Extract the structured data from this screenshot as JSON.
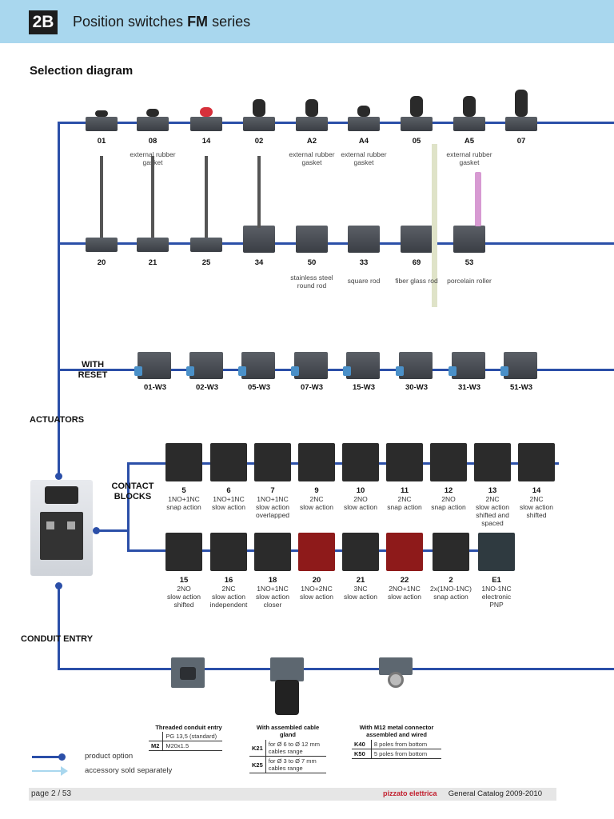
{
  "header": {
    "badge": "2B",
    "title_prefix": "Position switches ",
    "title_bold": "FM",
    "title_suffix": " series"
  },
  "section_title": "Selection diagram",
  "row1": [
    {
      "code": "01",
      "note": ""
    },
    {
      "code": "08",
      "note": "external rubber gasket"
    },
    {
      "code": "14",
      "note": ""
    },
    {
      "code": "02",
      "note": ""
    },
    {
      "code": "A2",
      "note": "external rubber gasket"
    },
    {
      "code": "A4",
      "note": "external rubber gasket"
    },
    {
      "code": "05",
      "note": ""
    },
    {
      "code": "A5",
      "note": "external rubber gasket"
    },
    {
      "code": "07",
      "note": ""
    }
  ],
  "row2": [
    {
      "code": "20",
      "note": ""
    },
    {
      "code": "21",
      "note": ""
    },
    {
      "code": "25",
      "note": ""
    },
    {
      "code": "34",
      "note": ""
    },
    {
      "code": "50",
      "note": "stainless steel round rod"
    },
    {
      "code": "33",
      "note": "square rod"
    },
    {
      "code": "69",
      "note": "fiber glass rod"
    },
    {
      "code": "53",
      "note": "porcelain roller"
    }
  ],
  "row3_label": "WITH RESET",
  "row3": [
    "01-W3",
    "02-W3",
    "05-W3",
    "07-W3",
    "15-W3",
    "30-W3",
    "31-W3",
    "51-W3"
  ],
  "actuators_label": "ACTUATORS",
  "contact_blocks_label": "CONTACT BLOCKS",
  "contact_row1": [
    {
      "code": "5",
      "line1": "1NO+1NC",
      "line2": "snap action",
      "line3": ""
    },
    {
      "code": "6",
      "line1": "1NO+1NC",
      "line2": "slow action",
      "line3": ""
    },
    {
      "code": "7",
      "line1": "1NO+1NC",
      "line2": "slow action",
      "line3": "overlapped"
    },
    {
      "code": "9",
      "line1": "2NC",
      "line2": "slow action",
      "line3": ""
    },
    {
      "code": "10",
      "line1": "2NO",
      "line2": "slow action",
      "line3": ""
    },
    {
      "code": "11",
      "line1": "2NC",
      "line2": "snap action",
      "line3": ""
    },
    {
      "code": "12",
      "line1": "2NO",
      "line2": "snap action",
      "line3": ""
    },
    {
      "code": "13",
      "line1": "2NC",
      "line2": "slow action",
      "line3": "shifted and spaced"
    },
    {
      "code": "14",
      "line1": "2NC",
      "line2": "slow action",
      "line3": "shifted"
    }
  ],
  "contact_row2": [
    {
      "code": "15",
      "line1": "2NO",
      "line2": "slow action",
      "line3": "shifted"
    },
    {
      "code": "16",
      "line1": "2NC",
      "line2": "slow action",
      "line3": "independent"
    },
    {
      "code": "18",
      "line1": "1NO+1NC",
      "line2": "slow action",
      "line3": "closer"
    },
    {
      "code": "20",
      "line1": "1NO+2NC",
      "line2": "slow action",
      "line3": ""
    },
    {
      "code": "21",
      "line1": "3NC",
      "line2": "slow action",
      "line3": ""
    },
    {
      "code": "22",
      "line1": "2NO+1NC",
      "line2": "slow action",
      "line3": ""
    },
    {
      "code": "2",
      "line1": "2x(1NO-1NC)",
      "line2": "snap action",
      "line3": ""
    },
    {
      "code": "E1",
      "line1": "1NO-1NC",
      "line2": "electronic",
      "line3": "PNP"
    }
  ],
  "conduit_label": "CONDUIT ENTRY",
  "conduit_tables": [
    {
      "title": "Threaded conduit entry",
      "rows": [
        {
          "k": "",
          "v": "PG 13,5 (standard)"
        },
        {
          "k": "M2",
          "v": "M20x1.5"
        }
      ]
    },
    {
      "title": "With assembled cable gland",
      "rows": [
        {
          "k": "K21",
          "v": "for Ø 6 to Ø 12 mm cables range"
        },
        {
          "k": "K25",
          "v": "for Ø 3 to Ø 7 mm cables range"
        }
      ]
    },
    {
      "title": "With M12 metal connector assembled and wired",
      "rows": [
        {
          "k": "K40",
          "v": "8 poles from bottom"
        },
        {
          "k": "K50",
          "v": "5 poles from bottom"
        }
      ]
    }
  ],
  "legend": {
    "product_option": "product option",
    "accessory": "accessory sold separately"
  },
  "footer": {
    "page": "page 2 / 53",
    "brand": "pizzato elettrica",
    "catalog": "General Catalog 2009-2010"
  },
  "colors": {
    "bus": "#2b4fa8",
    "header_bg": "#a9d7ee",
    "accessory_arrow": "#a9d7ee"
  }
}
